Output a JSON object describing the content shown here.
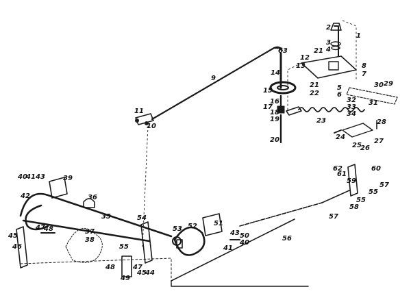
{
  "diagram": {
    "callouts": [
      "1",
      "2",
      "3",
      "4",
      "5",
      "6",
      "7",
      "8",
      "9",
      "10",
      "11",
      "12",
      "13",
      "14",
      "15",
      "16",
      "17",
      "18",
      "19",
      "20",
      "21",
      "21",
      "22",
      "23",
      "24",
      "25",
      "26",
      "27",
      "28",
      "29",
      "30",
      "31",
      "32",
      "33",
      "34",
      "35",
      "36",
      "37",
      "38",
      "39",
      "40",
      "40",
      "41",
      "41",
      "42",
      "43",
      "43",
      "44",
      "45",
      "45",
      "46",
      "47",
      "47",
      "48",
      "48",
      "49",
      "50",
      "51",
      "52",
      "53",
      "54",
      "55",
      "55",
      "55",
      "56",
      "57",
      "57",
      "58",
      "59",
      "60",
      "61",
      "62",
      "63"
    ]
  }
}
